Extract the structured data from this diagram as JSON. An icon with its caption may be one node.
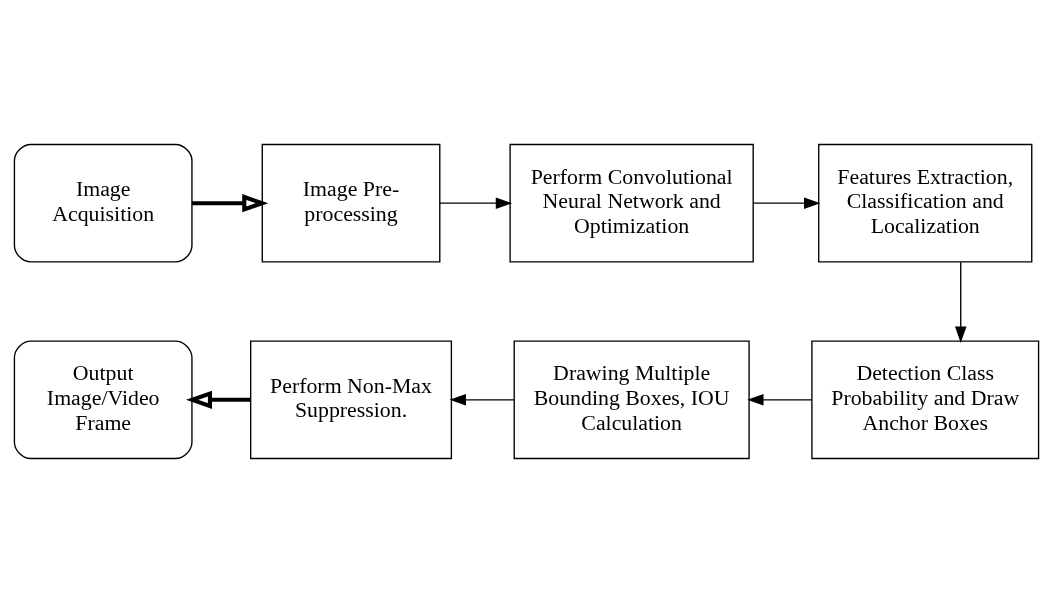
{
  "diagram": {
    "nodes": [
      {
        "text": [
          "Image Acquisition"
        ]
      },
      {
        "text": [
          "Image Pre-processing"
        ]
      },
      {
        "text": [
          "Perform Convolutional Neural Network and Optimization"
        ]
      },
      {
        "text": [
          "Features Extraction, Classification and Localization"
        ]
      },
      {
        "text": [
          "Detection Class Probability and Draw Anchor Boxes"
        ]
      },
      {
        "text": [
          "Drawing Multiple Bounding Boxes, IOU Calculation"
        ]
      },
      {
        "text": [
          "Perform Non-Max Suppression."
        ]
      },
      {
        "text": [
          "Output Image/Video Frame"
        ]
      }
    ],
    "edges": [
      {
        "from": 0,
        "to": 1,
        "arrow": "to",
        "style": "thick"
      },
      {
        "from": 1,
        "to": 2,
        "arrow": "to"
      },
      {
        "from": 2,
        "to": 3,
        "arrow": "to"
      },
      {
        "from": 3,
        "to": 4,
        "arrow": "to"
      },
      {
        "from": 4,
        "to": 5,
        "arrow": "to"
      },
      {
        "from": 5,
        "to": 6,
        "arrow": "to"
      },
      {
        "from": 6,
        "to": 7,
        "arrow": "to",
        "style": "thick"
      }
    ]
  }
}
